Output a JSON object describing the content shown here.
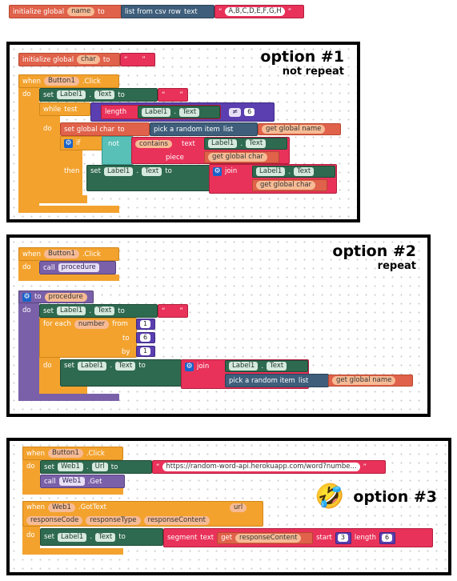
{
  "top": {
    "init_label": "initialize global",
    "var_name": "name",
    "to_label": "to",
    "list_label": "list from csv row",
    "text_label": "text",
    "csv_value": "A,B,C,D,E,F,G,H"
  },
  "option1": {
    "title": "option #1",
    "subtitle": "not repeat",
    "init_label": "initialize global",
    "var_name": "char",
    "to_label": "to",
    "when_label": "when",
    "component": "Button1",
    "event": ".Click",
    "do_label": "do",
    "set_label": "set",
    "label_comp": "Label1",
    "text_prop": "Text",
    "to2_label": "to",
    "while_label": "while",
    "test_label": "test",
    "length_label": "length",
    "neq": "≠",
    "length_value": "6",
    "set_global": "set global char",
    "pick_label": "pick a random item",
    "list_label": "list",
    "get_global_name": "get global name",
    "if_label": "if",
    "not_label": "not",
    "contains_label": "contains",
    "text_label": "text",
    "piece_label": "piece",
    "get_global_char": "get global char",
    "then_label": "then",
    "join_label": "join"
  },
  "option2": {
    "title": "option #2",
    "subtitle": "repeat",
    "when_label": "when",
    "component": "Button1",
    "event": ".Click",
    "do_label": "do",
    "call_label": "call",
    "procedure": "procedure",
    "to_label": "to",
    "set_label": "set",
    "label_comp": "Label1",
    "text_prop": "Text",
    "foreach_label": "for each",
    "number_var": "number",
    "from_label": "from",
    "from_value": "1",
    "to_value": "6",
    "by_label": "by",
    "by_value": "1",
    "join_label": "join",
    "pick_label": "pick a random item",
    "list_label": "list",
    "get_global_name": "get global name"
  },
  "option3": {
    "title": "option #3",
    "emoji": "🤣",
    "when_label": "when",
    "component": "Button1",
    "event": ".Click",
    "do_label": "do",
    "set_label": "set",
    "web_comp": "Web1",
    "url_prop": "Url",
    "to_label": "to",
    "url_value": "https://random-word-api.herokuapp.com/word?numbe...",
    "call_label": "call",
    "get_method": ".Get",
    "gottext_event": ".GotText",
    "param_url": "url",
    "param_code": "responseCode",
    "param_type": "responseType",
    "param_content": "responseContent",
    "label_comp": "Label1",
    "text_prop": "Text",
    "segment_label": "segment",
    "text_label": "text",
    "get_label": "get",
    "start_label": "start",
    "start_value": "3",
    "length_label": "length",
    "length_value": "6"
  },
  "colors": {
    "control": "#f3a22e",
    "variable": "#e0624a",
    "component": "#2e6a4f",
    "text": "#e9325a",
    "list": "#3e5e7b",
    "math": "#5b3fb0",
    "logic": "#58c0b6",
    "procedure": "#7a60a8",
    "panel_border": "#000000"
  }
}
